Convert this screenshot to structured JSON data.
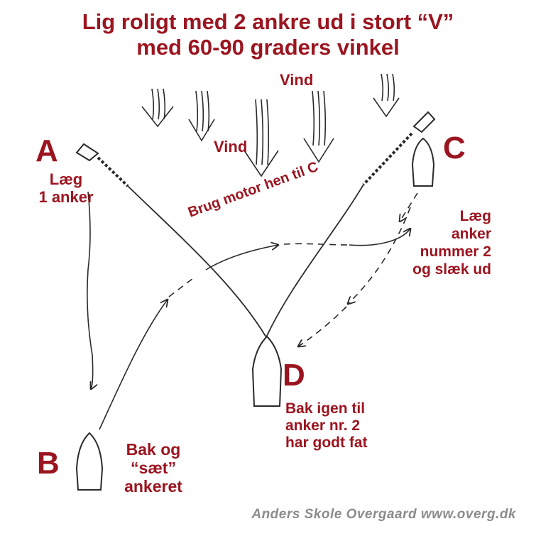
{
  "title": {
    "line1": "Lig roligt med 2 ankre ud i stort “V”",
    "line2": "med 60-90 graders vinkel"
  },
  "wind": {
    "label_top": "Vind",
    "label_left": "Vind"
  },
  "points": {
    "A": {
      "letter": "A",
      "text_line1": "Læg",
      "text_line2": "1 anker"
    },
    "B": {
      "letter": "B",
      "text_line1": "Bak og",
      "text_line2": "“sæt”",
      "text_line3": "ankeret"
    },
    "C": {
      "letter": "C",
      "text_line1": "Læg",
      "text_line2": "anker",
      "text_line3": "nummer 2",
      "text_line4": "og slæk ud"
    },
    "D": {
      "letter": "D",
      "text_line1": "Bak igen til",
      "text_line2": "anker nr. 2",
      "text_line3": "har godt fat"
    }
  },
  "motor_label": "Brug motor hen til C",
  "footer": "Anders Skole Overgaard www.overg.dk",
  "colors": {
    "text": "#9b1520",
    "ink": "#2a2a2a",
    "footer": "#8c8c8c"
  }
}
